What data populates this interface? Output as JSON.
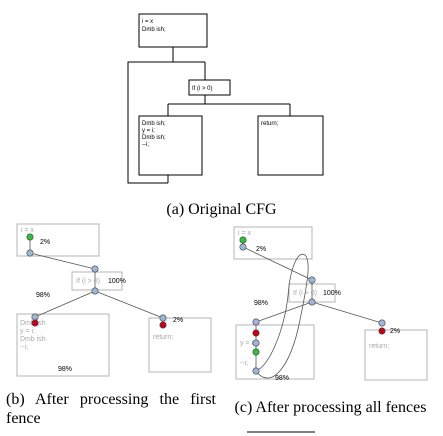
{
  "captions": {
    "a": "(a) Original CFG",
    "b": "(b) After processing the first fence",
    "c": "(c) After processing all fences"
  },
  "cfg_a": {
    "entry_lines": [
      "i = x",
      "Dmb ish;"
    ],
    "cond": "If (i > 0)",
    "body_lines": [
      "Dmb ish;",
      "y = i;",
      "Dmb ish;",
      "--i;"
    ],
    "ret": "return;"
  },
  "cfg_b": {
    "entry": "i = x",
    "cond": "If (i > 0)",
    "body_lines": [
      "Dmb ish",
      "y = i;",
      "Dmb ish",
      "--i;"
    ],
    "ret": "return;",
    "pct_entry": "2%",
    "pct_cond": "100%",
    "pct_left": "98%",
    "pct_ret": "2%",
    "pct_loop": "98%"
  },
  "cfg_c": {
    "entry": "i = x",
    "cond": "If (i > 0)",
    "body_lines": [
      "y = i;",
      "--i;"
    ],
    "ret": "return;",
    "pct_entry": "2%",
    "pct_cond": "100%",
    "pct_left": "98%",
    "pct_ret": "2%",
    "pct_loop": "98%"
  },
  "colors": {
    "node_fill": "#9fb4d8",
    "fence_red": "#c4001a",
    "fence_green": "#2fbf3a",
    "faded_text": "#a8a8a8",
    "faded_box": "#b4b4b4"
  }
}
